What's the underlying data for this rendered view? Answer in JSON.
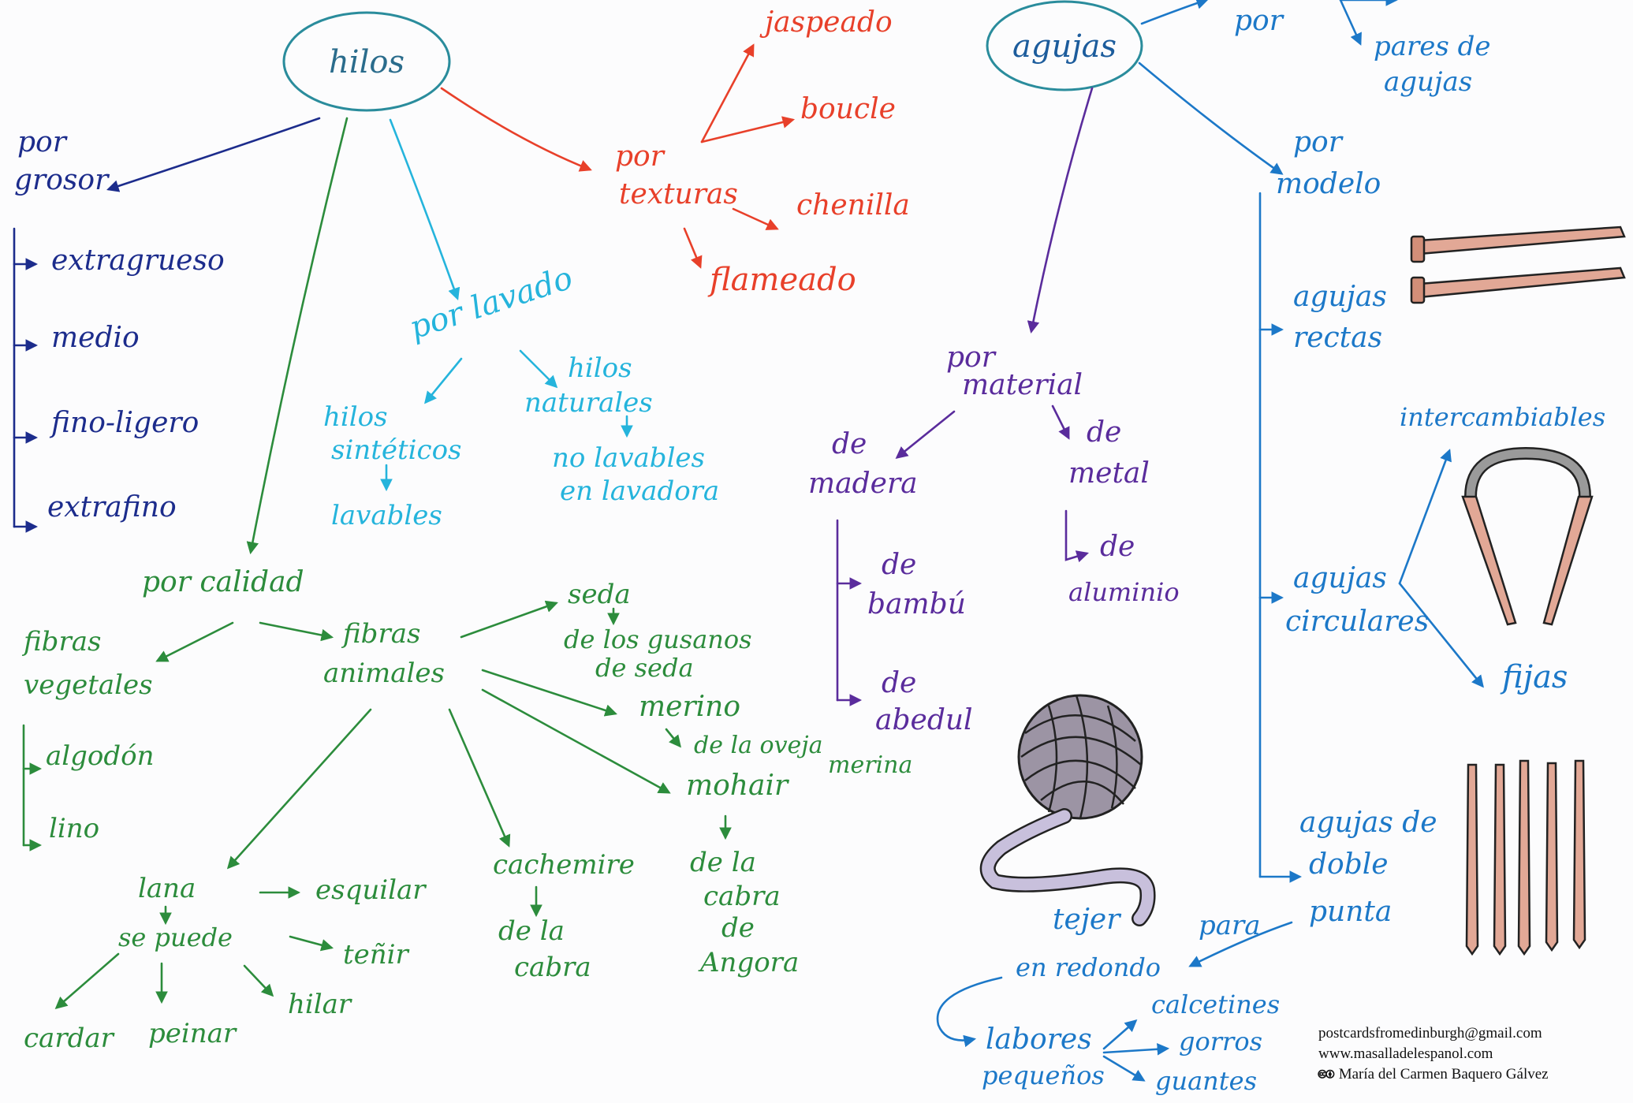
{
  "colors": {
    "grosor": "#1c2c8c",
    "calidad": "#2c8c3c",
    "lavado": "#25b4dc",
    "texturas": "#e8402a",
    "material": "#5a2c9c",
    "agujas": "#1c78c8"
  },
  "hilos": {
    "root": "hilos",
    "por_grosor": {
      "title": [
        "por",
        "grosor"
      ],
      "items": [
        "extragrueso",
        "medio",
        "fino-ligero",
        "extrafino"
      ]
    },
    "por_texturas": {
      "title": [
        "por",
        "texturas"
      ],
      "items": [
        "jaspeado",
        "boucle",
        "chenilla",
        "flameado"
      ]
    },
    "por_lavado": {
      "title": "por lavado",
      "sinteticos": [
        "hilos",
        "sintéticos"
      ],
      "sinteticos_note": "lavables",
      "naturales": [
        "hilos",
        "naturales"
      ],
      "naturales_note": [
        "no lavables",
        "en lavadora"
      ]
    },
    "por_calidad": {
      "title": "por calidad",
      "vegetales": [
        "fibras",
        "vegetales"
      ],
      "vegetales_items": [
        "algodón",
        "lino"
      ],
      "animales": [
        "fibras",
        "animales"
      ],
      "seda": "seda",
      "seda_note": [
        "de los gusanos",
        "de seda"
      ],
      "merino": "merino",
      "merino_note": [
        "de la oveja",
        "merina"
      ],
      "mohair": "mohair",
      "mohair_note": [
        "de la",
        "cabra",
        "de",
        "Angora"
      ],
      "cachemire": "cachemire",
      "cachemire_note": [
        "de la",
        "cabra"
      ],
      "lana": "lana",
      "esquilar": "esquilar",
      "se_puede": "se puede",
      "tenir": "teñir",
      "hilar": "hilar",
      "cardar": "cardar",
      "peinar": "peinar"
    }
  },
  "agujas": {
    "root": "agujas",
    "por_top": "por",
    "pares": [
      "pares de",
      "agujas"
    ],
    "por_material": {
      "title": [
        "por",
        "material"
      ],
      "madera": [
        "de",
        "madera"
      ],
      "metal": [
        "de",
        "metal"
      ],
      "bambu": [
        "de",
        "bambú"
      ],
      "abedul": [
        "de",
        "abedul"
      ],
      "aluminio": [
        "de",
        "aluminio"
      ]
    },
    "por_modelo": {
      "title": [
        "por",
        "modelo"
      ],
      "rectas": [
        "agujas",
        "rectas"
      ],
      "circulares": [
        "agujas",
        "circulares"
      ],
      "intercambiables": "intercambiables",
      "fijas": "fijas",
      "doble_punta": [
        "agujas de",
        "doble",
        "punta"
      ],
      "para": "para",
      "tejer": [
        "tejer",
        "en redondo"
      ],
      "labores": [
        "labores",
        "pequeños"
      ],
      "labores_items": [
        "calcetines",
        "gorros",
        "guantes"
      ]
    }
  },
  "credits": {
    "email": "postcardsfromedinburgh@gmail.com",
    "web": "www.masalladelespanol.com",
    "license_icon": "cc-by-icon",
    "author": "María del Carmen Baquero Gálvez"
  }
}
